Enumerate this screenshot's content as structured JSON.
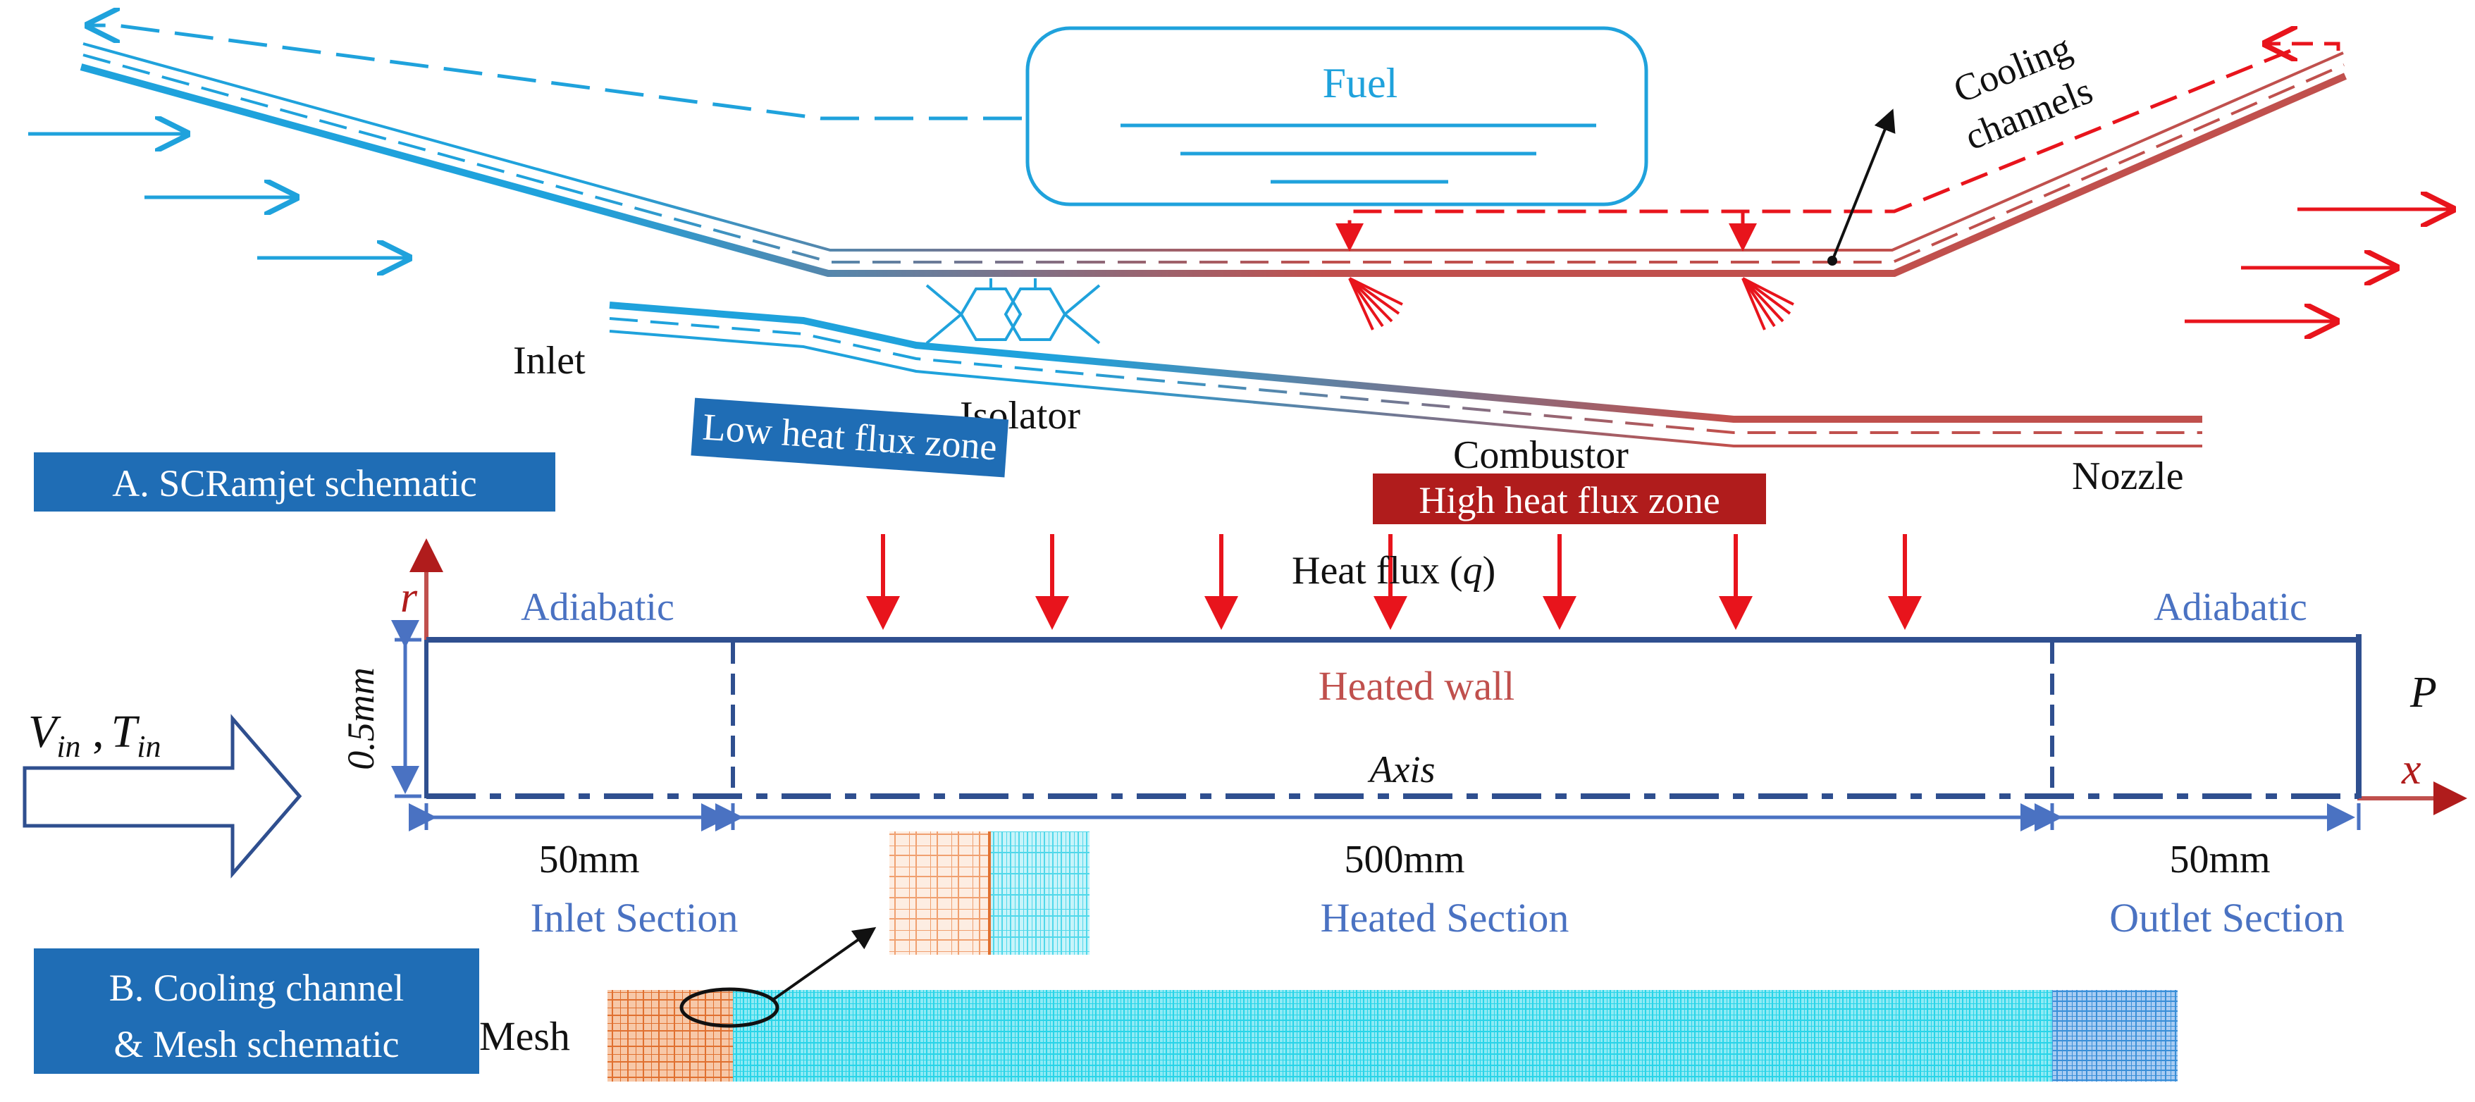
{
  "colors": {
    "wall_red": "#C0504D",
    "bright_red": "#E8141C",
    "cyan": "#1FA2DC",
    "navy": "#2F4F8F",
    "label_blue": "#4A72C2",
    "tag_blue": "#1F6DB5",
    "tag_red": "#B01C1C",
    "mesh_orange": "#E07030",
    "mesh_cyan": "#28D4E8",
    "mesh_blue": "#3A8FD8"
  },
  "scramjet": {
    "tag": "A. SCRamjet schematic",
    "fuel_label": "Fuel",
    "cooling_label_line1": "Cooling",
    "cooling_label_line2": "channels",
    "inlet_label": "Inlet",
    "isolator_label": "Isolator",
    "combustor_label": "Combustor",
    "nozzle_label": "Nozzle",
    "low_zone": "Low heat flux zone",
    "high_zone": "High heat flux zone"
  },
  "channel": {
    "r_label": "r",
    "x_label": "x",
    "p_label": "P",
    "adiabatic_left": "Adiabatic",
    "adiabatic_right": "Adiabatic",
    "heat_flux_prefix": "Heat flux (",
    "heat_flux_symbol": "q",
    "heat_flux_suffix": ")",
    "heated_wall": "Heated wall",
    "axis_label": "Axis",
    "height_label": "0.5mm",
    "inflow_v": "V",
    "inflow_v_sub": "in",
    "inflow_t": "T",
    "inflow_t_sub": "in",
    "inflow_comma": " ,",
    "dim_inlet": "50mm",
    "dim_heated": "500mm",
    "dim_outlet": "50mm",
    "section_inlet": "Inlet Section",
    "section_heated": "Heated Section",
    "section_outlet": "Outlet Section"
  },
  "mesh": {
    "tag_line1": "B. Cooling channel",
    "tag_line2": "& Mesh schematic",
    "mesh_label": "Mesh"
  }
}
